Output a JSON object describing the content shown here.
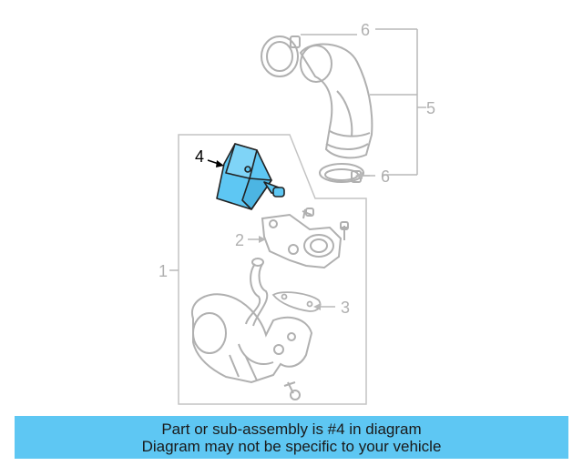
{
  "diagram": {
    "callouts": {
      "c1": "1",
      "c2": "2",
      "c3": "3",
      "c4": "4",
      "c5": "5",
      "c6_top": "6",
      "c6_bottom": "6"
    },
    "highlight_color": "#5ec7f3",
    "line_color": "#b8b8b8"
  },
  "banner": {
    "line1": "Part or sub-assembly is #4 in diagram",
    "line2": "Diagram may not be specific to your vehicle",
    "background": "#5ec7f3"
  }
}
